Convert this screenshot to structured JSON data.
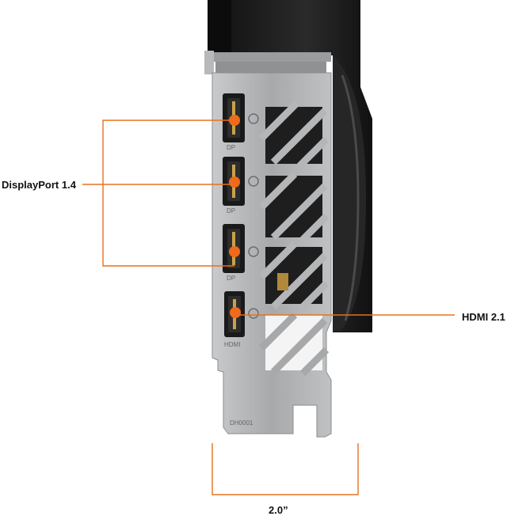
{
  "annotations": {
    "displayport_label": "DisplayPort 1.4",
    "hdmi_label": "HDMI 2.1",
    "width_label": "2.0”"
  },
  "bracket": {
    "port_labels": [
      "DP",
      "DP",
      "DP",
      "HDMI"
    ],
    "stamp": "DH0001"
  },
  "colors": {
    "callout": "#e8701e",
    "port_dot": "#ef6a1c",
    "bracket_metal": "#a9abad",
    "cooler_dark": "#1a1a1a"
  }
}
